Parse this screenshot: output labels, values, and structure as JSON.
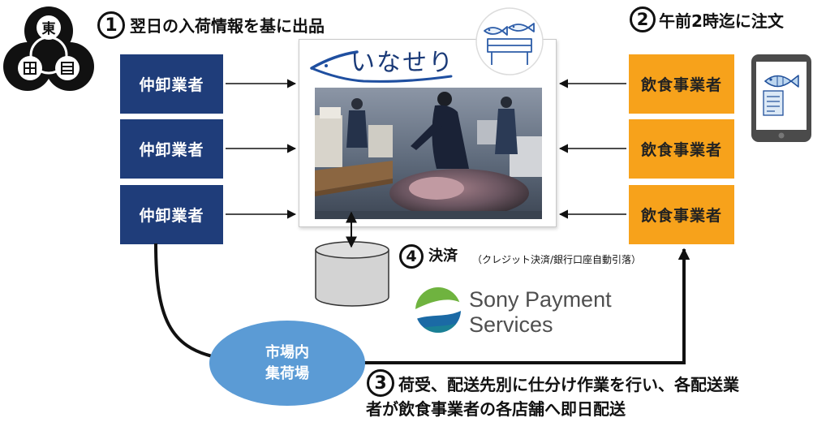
{
  "emblem": {
    "top_char": "東"
  },
  "step1": {
    "num": "1",
    "text": "翌日の入荷情報を基に出品"
  },
  "step2": {
    "num": "2",
    "text": "午前2時迄に注文"
  },
  "step3": {
    "num": "3",
    "line1": "荷受、配送先別に仕分け作業を行い、各配送業",
    "line2": "者が飲食事業者の各店舗へ即日配送"
  },
  "step4": {
    "num": "4",
    "title": "決済",
    "detail": "（クレジット決済/銀行口座自動引落）"
  },
  "wholesalers": [
    "仲卸業者",
    "仲卸業者",
    "仲卸業者"
  ],
  "restaurants": [
    "飲食事業者",
    "飲食事業者",
    "飲食事業者"
  ],
  "platform": {
    "logo_text": "いなせり"
  },
  "payment_provider": {
    "line1": "Sony Payment",
    "line2": "Services"
  },
  "collection_hub": {
    "line1": "市場内",
    "line2": "集荷場"
  },
  "icons": {
    "emblem": "market-emblem-icon",
    "stall": "fish-stall-icon",
    "tablet": "tablet-icon",
    "database": "database-icon",
    "payment_logo": "sony-payment-logo-icon",
    "photo": "fish-market-photo"
  },
  "colors": {
    "wholesaler_box": "#1f3d7a",
    "restaurant_box": "#f7a21b",
    "hub_ellipse": "#5b9bd5",
    "logo_blue": "#1f4fa0",
    "arrow": "#111111"
  }
}
